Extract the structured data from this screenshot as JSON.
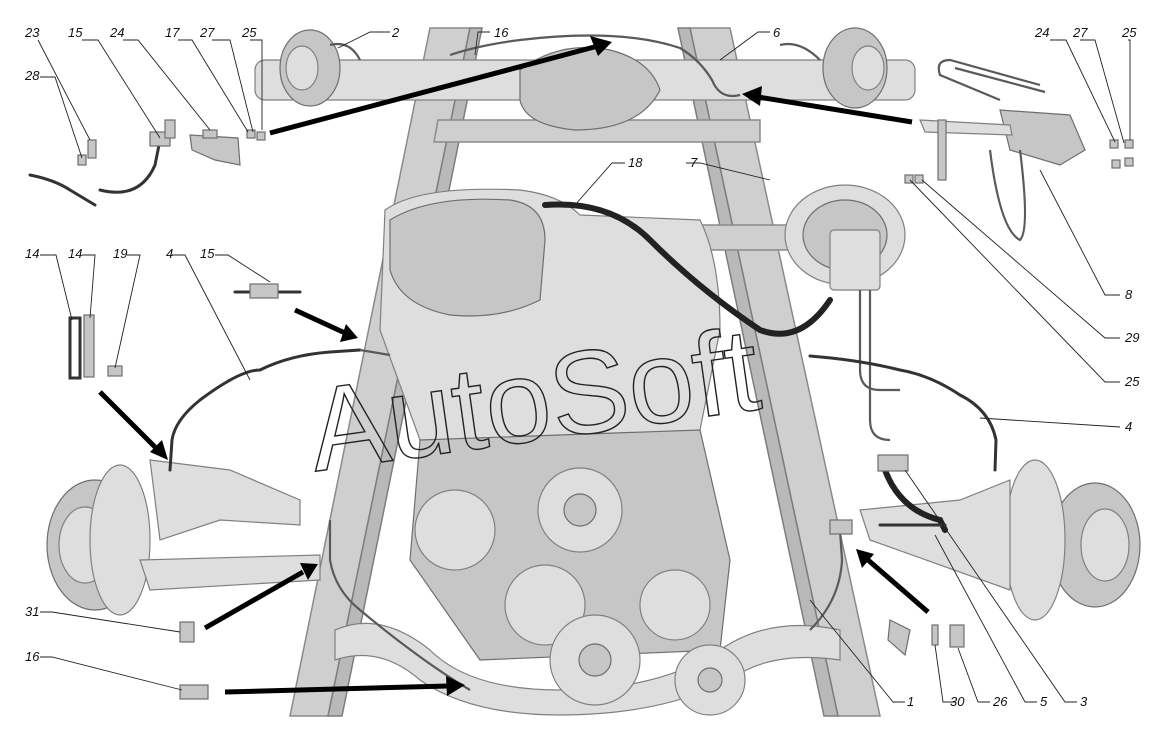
{
  "watermark": "AutoSoft",
  "callouts": [
    {
      "id": "c23a",
      "text": "23"
    },
    {
      "id": "c15a",
      "text": "15"
    },
    {
      "id": "c24a",
      "text": "24"
    },
    {
      "id": "c17",
      "text": "17"
    },
    {
      "id": "c27a",
      "text": "27"
    },
    {
      "id": "c25a",
      "text": "25"
    },
    {
      "id": "c2",
      "text": "2"
    },
    {
      "id": "c16a",
      "text": "16"
    },
    {
      "id": "c6",
      "text": "6"
    },
    {
      "id": "c24b",
      "text": "24"
    },
    {
      "id": "c27b",
      "text": "27"
    },
    {
      "id": "c25b",
      "text": "25"
    },
    {
      "id": "c28",
      "text": "28"
    },
    {
      "id": "c18",
      "text": "18"
    },
    {
      "id": "c7",
      "text": "7"
    },
    {
      "id": "c14a",
      "text": "14"
    },
    {
      "id": "c14b",
      "text": "14"
    },
    {
      "id": "c19",
      "text": "19"
    },
    {
      "id": "c4a",
      "text": "4"
    },
    {
      "id": "c15b",
      "text": "15"
    },
    {
      "id": "c8",
      "text": "8"
    },
    {
      "id": "c29",
      "text": "29"
    },
    {
      "id": "c25c",
      "text": "25"
    },
    {
      "id": "c4b",
      "text": "4"
    },
    {
      "id": "c31",
      "text": "31"
    },
    {
      "id": "c16b",
      "text": "16"
    },
    {
      "id": "c1",
      "text": "1"
    },
    {
      "id": "c30",
      "text": "30"
    },
    {
      "id": "c26",
      "text": "26"
    },
    {
      "id": "c5",
      "text": "5"
    },
    {
      "id": "c3",
      "text": "3"
    }
  ]
}
